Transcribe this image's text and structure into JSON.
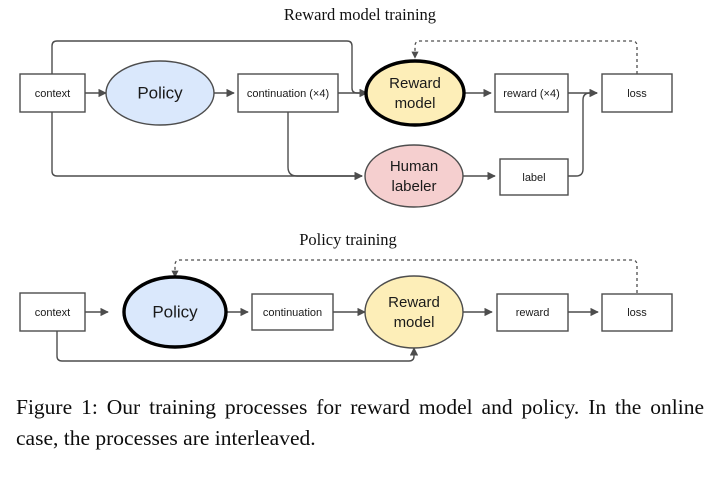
{
  "figure": {
    "caption": "Figure 1:  Our training processes for reward model and policy. In the online case, the processes are interleaved.",
    "colors": {
      "policy_fill": "#dae8fc",
      "reward_fill": "#fdeeb8",
      "human_fill": "#f5cfcf",
      "box_fill": "#ffffff",
      "stroke": "#4d4d4d",
      "trained_stroke": "#000000"
    }
  },
  "diagrams": [
    {
      "id": "reward-model-training",
      "title": "Reward model training",
      "nodes": [
        {
          "id": "context",
          "label": "context",
          "shape": "box",
          "fill": "#ffffff",
          "trained": false
        },
        {
          "id": "policy",
          "label": "Policy",
          "shape": "ellipse",
          "fill": "#dae8fc",
          "trained": false
        },
        {
          "id": "continuation",
          "label": "continuation (×4)",
          "shape": "box",
          "fill": "#ffffff",
          "trained": false
        },
        {
          "id": "reward-model",
          "label": "Reward model",
          "shape": "ellipse",
          "fill": "#fdeeb8",
          "trained": true
        },
        {
          "id": "reward",
          "label": "reward (×4)",
          "shape": "box",
          "fill": "#ffffff",
          "trained": false
        },
        {
          "id": "loss",
          "label": "loss",
          "shape": "box",
          "fill": "#ffffff",
          "trained": false
        },
        {
          "id": "human-labeler",
          "label": "Human labeler",
          "shape": "ellipse",
          "fill": "#f5cfcf",
          "trained": false
        },
        {
          "id": "label",
          "label": "label",
          "shape": "box",
          "fill": "#ffffff",
          "trained": false
        }
      ],
      "edges": [
        {
          "from": "context",
          "to": "policy",
          "style": "solid"
        },
        {
          "from": "policy",
          "to": "continuation",
          "style": "solid"
        },
        {
          "from": "continuation",
          "to": "reward-model",
          "style": "solid"
        },
        {
          "from": "context",
          "to": "reward-model",
          "style": "solid"
        },
        {
          "from": "context",
          "to": "human-labeler",
          "style": "solid"
        },
        {
          "from": "continuation",
          "to": "human-labeler",
          "style": "solid"
        },
        {
          "from": "reward-model",
          "to": "reward",
          "style": "solid"
        },
        {
          "from": "reward",
          "to": "loss",
          "style": "solid"
        },
        {
          "from": "human-labeler",
          "to": "label",
          "style": "solid"
        },
        {
          "from": "label",
          "to": "loss",
          "style": "solid"
        },
        {
          "from": "loss",
          "to": "reward-model",
          "style": "dashed"
        }
      ]
    },
    {
      "id": "policy-training",
      "title": "Policy training",
      "nodes": [
        {
          "id": "context2",
          "label": "context",
          "shape": "box",
          "fill": "#ffffff",
          "trained": false
        },
        {
          "id": "policy2",
          "label": "Policy",
          "shape": "ellipse",
          "fill": "#dae8fc",
          "trained": true
        },
        {
          "id": "continuation2",
          "label": "continuation",
          "shape": "box",
          "fill": "#ffffff",
          "trained": false
        },
        {
          "id": "reward-model2",
          "label": "Reward model",
          "shape": "ellipse",
          "fill": "#fdeeb8",
          "trained": false
        },
        {
          "id": "reward2",
          "label": "reward",
          "shape": "box",
          "fill": "#ffffff",
          "trained": false
        },
        {
          "id": "loss2",
          "label": "loss",
          "shape": "box",
          "fill": "#ffffff",
          "trained": false
        }
      ],
      "edges": [
        {
          "from": "context2",
          "to": "policy2",
          "style": "solid"
        },
        {
          "from": "policy2",
          "to": "continuation2",
          "style": "solid"
        },
        {
          "from": "continuation2",
          "to": "reward-model2",
          "style": "solid"
        },
        {
          "from": "context2",
          "to": "reward-model2",
          "style": "solid"
        },
        {
          "from": "reward-model2",
          "to": "reward2",
          "style": "solid"
        },
        {
          "from": "reward2",
          "to": "loss2",
          "style": "solid"
        },
        {
          "from": "loss2",
          "to": "policy2",
          "style": "dashed"
        }
      ]
    }
  ],
  "labels": {
    "top_title": "Reward model training",
    "bottom_title": "Policy training",
    "context": "context",
    "policy": "Policy",
    "continuation_x4": "continuation (×4)",
    "continuation": "continuation",
    "reward_model_line1": "Reward",
    "reward_model_line2": "model",
    "reward_x4": "reward (×4)",
    "reward": "reward",
    "loss": "loss",
    "human_line1": "Human",
    "human_line2": "labeler",
    "label_box": "label"
  }
}
